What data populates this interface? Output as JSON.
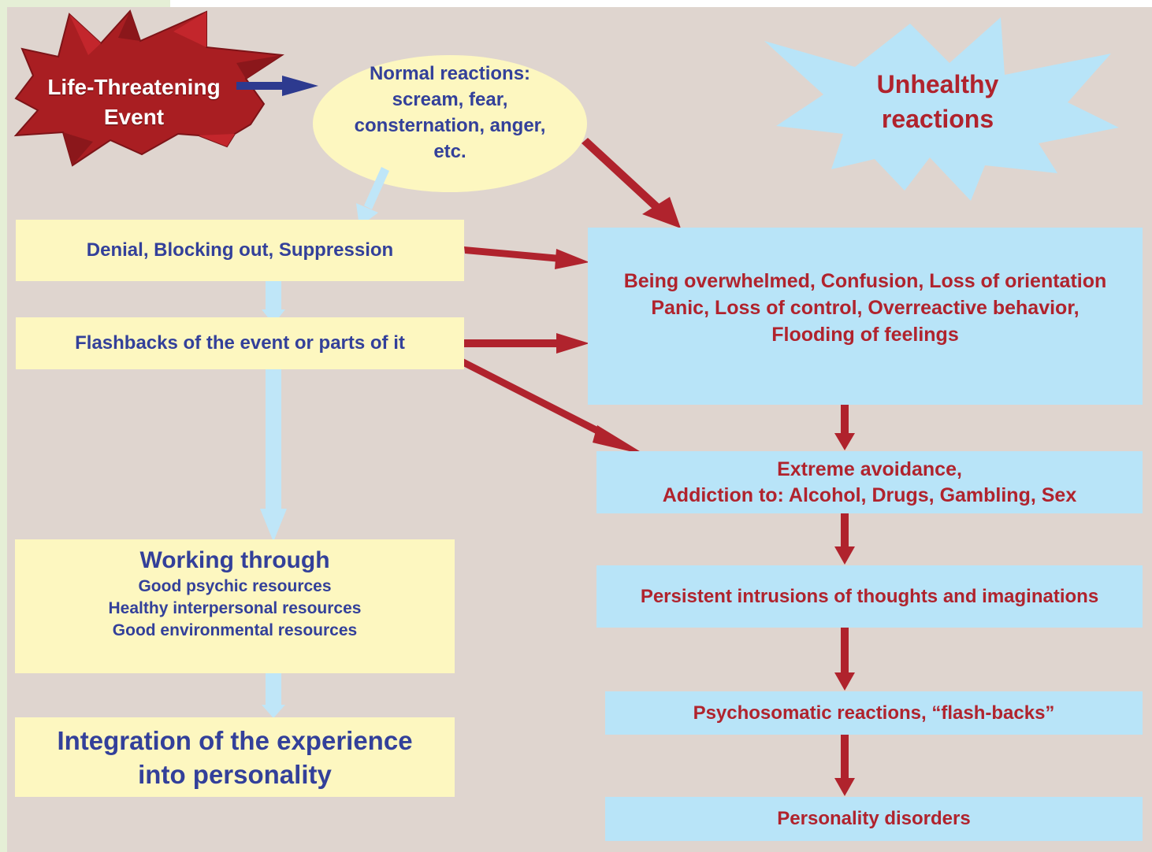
{
  "start_event": {
    "label_line1": "Life-Threatening",
    "label_line2": "Event"
  },
  "normal_reactions": {
    "line1": "Normal reactions:",
    "line2": "scream,  fear,",
    "line3": "consternation,  anger,",
    "line4": "etc."
  },
  "unhealthy": {
    "line1": "Unhealthy",
    "line2": "reactions"
  },
  "left_column": {
    "denial": "Denial, Blocking out, Suppression",
    "flashbacks": "Flashbacks of the event or parts of it",
    "working_title": "Working through",
    "working_items": [
      "Good psychic resources",
      "Healthy interpersonal resources",
      "Good environmental resources"
    ],
    "integration_line1": "Integration of the experience",
    "integration_line2": "into personality"
  },
  "right_column": {
    "overwhelmed_lines": [
      "Being overwhelmed, Confusion, Loss of orientation",
      "Panic, Loss of control, Overreactive behavior,",
      "Flooding of feelings"
    ],
    "avoidance_line1": "Extreme avoidance,",
    "avoidance_line2": "Addiction to: Alcohol, Drugs, Gambling, Sex",
    "intrusions": "Persistent intrusions of thoughts and imaginations",
    "psychosomatic": "Psychosomatic reactions, “flash-backs”",
    "personality": "Personality disorders"
  },
  "colors": {
    "background": "#dfd5cf",
    "yellow_box": "#fdf7c0",
    "blue_box": "#b8e4f8",
    "navy_text": "#33409a",
    "red_text": "#b0232d",
    "red_arrow": "#b0232d",
    "light_blue_arrow": "#bfe6f8",
    "navy_arrow": "#2d3a8f",
    "burst_red": "#a91e22"
  }
}
